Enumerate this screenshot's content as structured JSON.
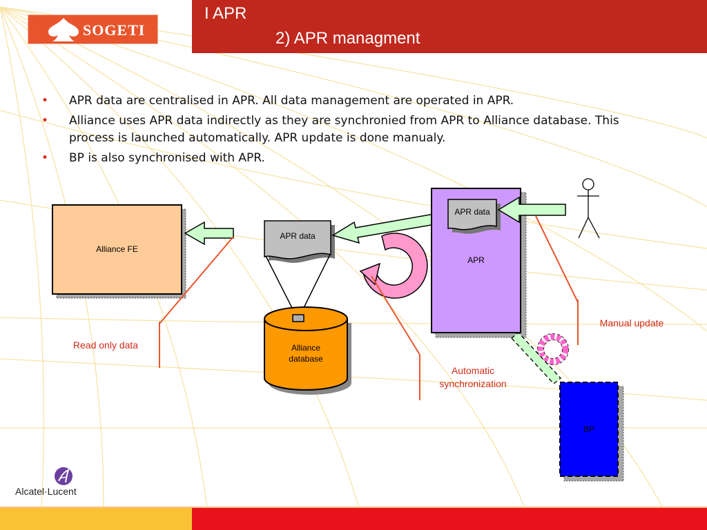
{
  "header": {
    "title_line1": "I APR",
    "title_line2": "2) APR managment"
  },
  "logo": {
    "brand": "SOGETI"
  },
  "bullets": [
    "APR data are centralised in APR. All data management are operated in APR.",
    "Alliance uses APR data indirectly as they are synchronied from APR to Alliance database. This process is launched automatically. APR update is done manualy.",
    "BP is also synchronised with APR."
  ],
  "diagram": {
    "nodes": {
      "alliance_fe": "Alliance FE",
      "apr_data_doc": "APR data",
      "apr_data_inner": "APR data",
      "apr": "APR",
      "alliance_db_line1": "Alliance",
      "alliance_db_line2": "database",
      "bp": "BP"
    },
    "notes": {
      "read_only": "Read only data",
      "auto_sync_line1": "Automatic",
      "auto_sync_line2": "synchronization",
      "manual_update": "Manual update"
    },
    "colors": {
      "alliance_fe_fill": "#ffcc99",
      "apr_fill": "#cc99ff",
      "db_fill": "#ff9900",
      "bp_fill": "#0000ff",
      "arrow_fill": "#ccffcc",
      "sync_fill": "#ff99cc",
      "callout_color": "#e8552d",
      "header_red": "#c0281e"
    }
  },
  "footer": {
    "company": "Alcatel·Lucent"
  }
}
